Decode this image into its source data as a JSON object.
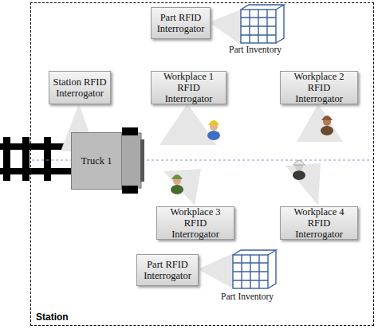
{
  "diagram": {
    "nodes": [
      {
        "text": [
          "Station"
        ]
      },
      {
        "text": [
          "Part RFID Interrogator"
        ],
        "in": 0
      },
      {
        "text": [
          "Station RFID Interrogator"
        ],
        "in": 0
      },
      {
        "text": [
          "Workplace 1 RFID Interrogator"
        ],
        "in": 0
      },
      {
        "text": [
          "Workplace 2 RFID Interrogator"
        ],
        "in": 0
      },
      {
        "text": [
          "Truck 1"
        ],
        "in": 0
      },
      {
        "text": [
          "Workplace 3 RFID Interrogator"
        ],
        "in": 0
      },
      {
        "text": [
          "Workplace 4 RFID Interrogator"
        ],
        "in": 0
      },
      {
        "text": [
          "Part RFID Interrogator"
        ],
        "in": 0
      }
    ],
    "labels": [
      "Part Inventory",
      "Part Inventory"
    ]
  }
}
